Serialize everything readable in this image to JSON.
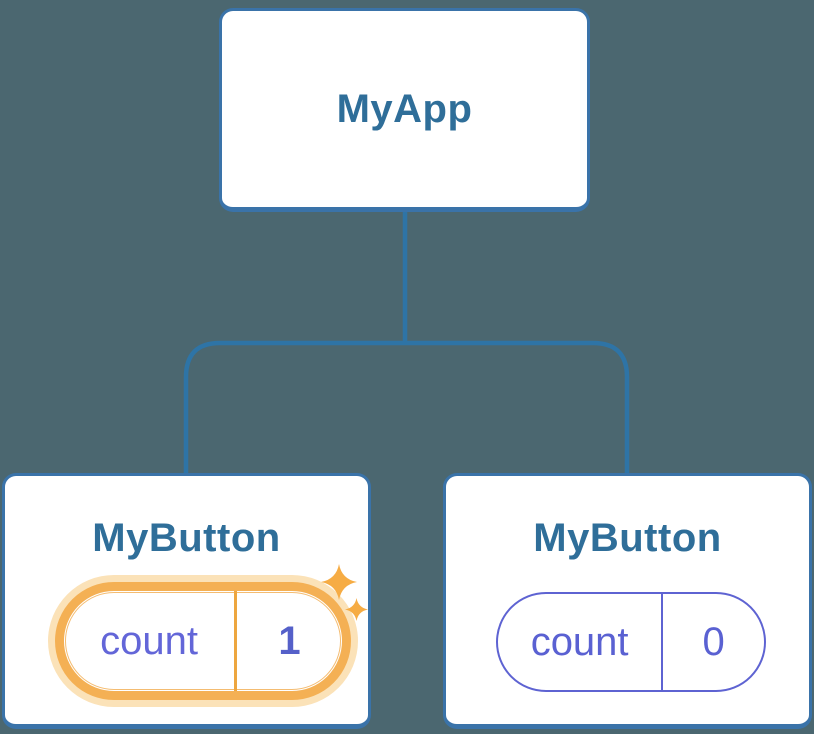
{
  "diagram": {
    "type": "component-tree",
    "app": {
      "label": "MyApp"
    },
    "button_left": {
      "label": "MyButton",
      "state_key": "count",
      "state_value": "1",
      "highlighted": true
    },
    "button_right": {
      "label": "MyButton",
      "state_key": "count",
      "state_value": "0",
      "highlighted": false
    },
    "colors": {
      "background": "#4b6770",
      "card_fill": "#ffffff",
      "card_border": "#3a73a9",
      "connector_line": "#2e74a6",
      "title_text": "#2f6e99",
      "state_text": "#5a61d2",
      "state_value_highlight_text": "#5560c9",
      "highlight_ring": "#f4b054",
      "highlight_glow": "#fbe2b8",
      "sparkle": "#f6ac44"
    }
  }
}
